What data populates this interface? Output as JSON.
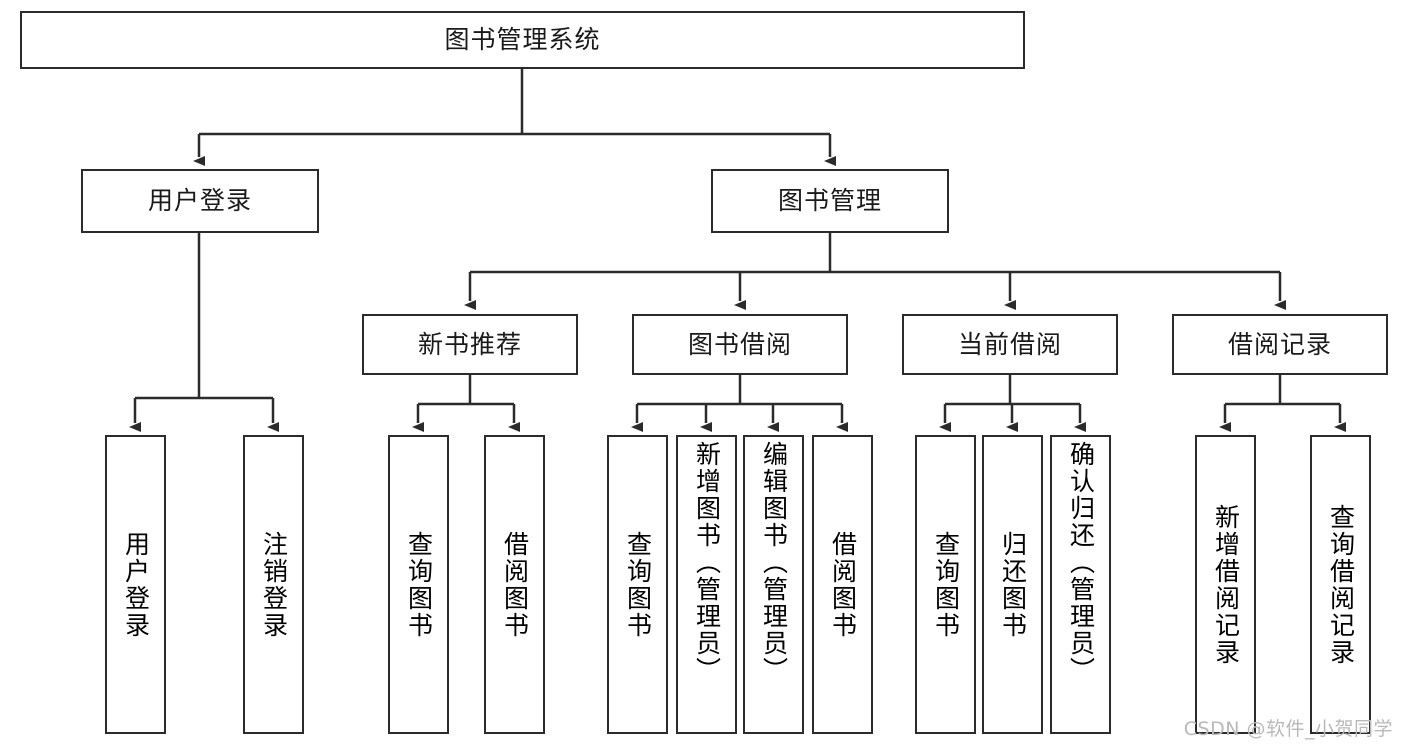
{
  "diagram": {
    "title": "图书管理系统",
    "type": "tree-hierarchy-diagram",
    "root": {
      "label": "图书管理系统"
    },
    "level2": [
      {
        "label": "用户登录"
      },
      {
        "label": "图书管理"
      }
    ],
    "level3": [
      {
        "label": "新书推荐"
      },
      {
        "label": "图书借阅"
      },
      {
        "label": "当前借阅"
      },
      {
        "label": "借阅记录"
      }
    ],
    "leaves": {
      "user_login": [
        {
          "label": "用户登录"
        },
        {
          "label": "注销登录"
        }
      ],
      "new_book_recommend": [
        {
          "label": "查询图书"
        },
        {
          "label": "借阅图书"
        }
      ],
      "book_borrow": [
        {
          "label": "查询图书"
        },
        {
          "label": "新增图书（管理员）"
        },
        {
          "label": "编辑图书（管理员）"
        },
        {
          "label": "借阅图书"
        }
      ],
      "current_borrow": [
        {
          "label": "查询图书"
        },
        {
          "label": "归还图书"
        },
        {
          "label": "确认归还（管理员）"
        }
      ],
      "borrow_record": [
        {
          "label": "新增借阅记录"
        },
        {
          "label": "查询借阅记录"
        }
      ]
    }
  },
  "watermark": {
    "text": "CSDN @软件_小贺同学"
  },
  "colors": {
    "border": "#2b2b2b",
    "text": "#1a1a1a",
    "background": "#ffffff",
    "watermark": "#b9b9b9"
  }
}
